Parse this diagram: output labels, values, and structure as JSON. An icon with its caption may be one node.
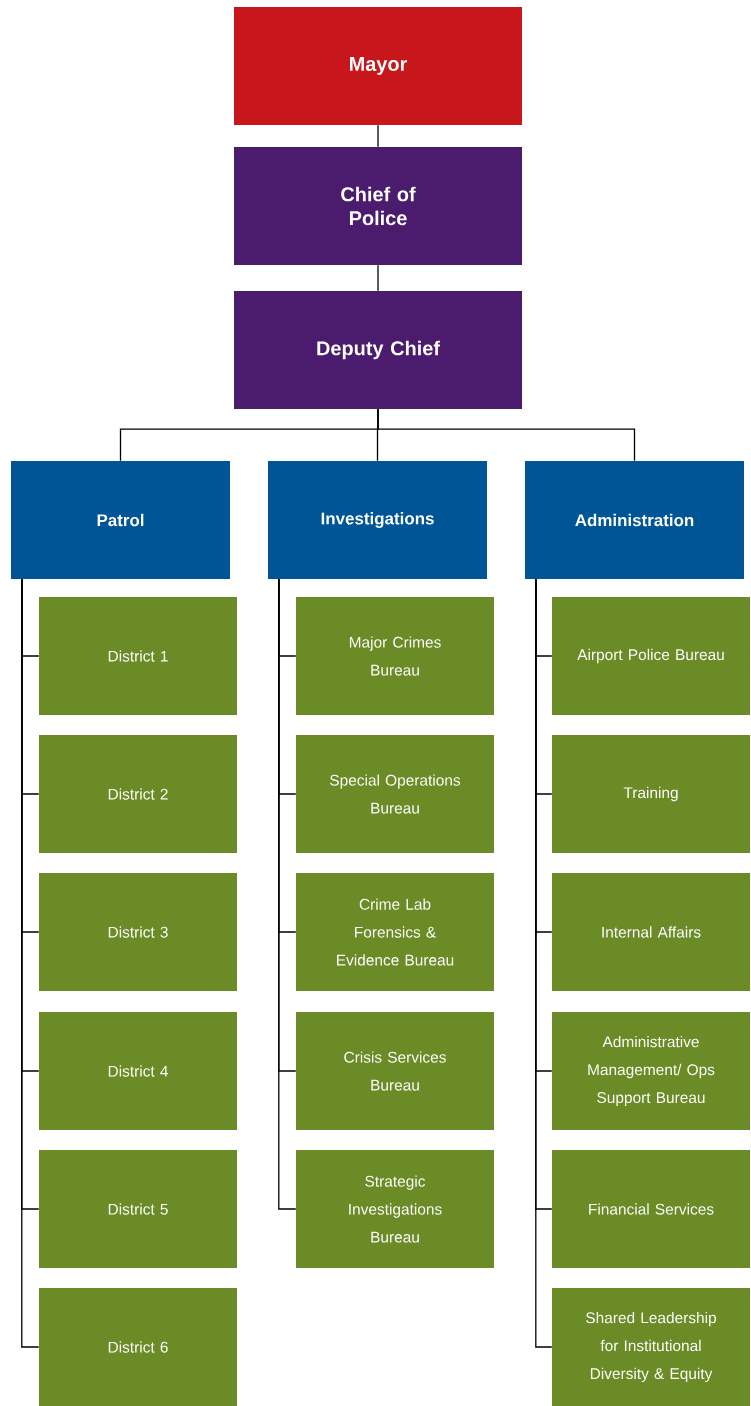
{
  "diagram": {
    "nodes": [
      {
        "text": [
          "Mayor"
        ]
      },
      {
        "text": [
          "Chief of Police"
        ]
      },
      {
        "text": [
          "Deputy Chief"
        ]
      },
      {
        "text": [
          "Patrol"
        ]
      },
      {
        "text": [
          "Investigations"
        ]
      },
      {
        "text": [
          "Administration"
        ]
      },
      {
        "text": [
          "District 1"
        ]
      },
      {
        "text": [
          "District 2"
        ]
      },
      {
        "text": [
          "District 3"
        ]
      },
      {
        "text": [
          "District 4"
        ]
      },
      {
        "text": [
          "District 5"
        ]
      },
      {
        "text": [
          "District 6"
        ]
      },
      {
        "text": [
          "Major Crimes Bureau"
        ]
      },
      {
        "text": [
          "Special Operations Bureau"
        ]
      },
      {
        "text": [
          "Crime Lab Forensics & Evidence Bureau"
        ]
      },
      {
        "text": [
          "Crisis Services Bureau"
        ]
      },
      {
        "text": [
          "Strategic Investigations Bureau"
        ]
      },
      {
        "text": [
          "Airport Police Bureau"
        ]
      },
      {
        "text": [
          "Training"
        ]
      },
      {
        "text": [
          "Internal Affairs"
        ]
      },
      {
        "text": [
          "Administrative Management/ Ops Support Bureau"
        ]
      },
      {
        "text": [
          "Financial Services"
        ]
      },
      {
        "text": [
          "Shared Leadership for Institutional Diversity & Equity"
        ]
      }
    ],
    "edges": [
      {
        "from": 0,
        "to": 1,
        "arrow": "none"
      },
      {
        "from": 1,
        "to": 2,
        "arrow": "none"
      },
      {
        "from": 2,
        "to": 3,
        "arrow": "none"
      },
      {
        "from": 2,
        "to": 4,
        "arrow": "none"
      },
      {
        "from": 2,
        "to": 5,
        "arrow": "none"
      },
      {
        "from": 3,
        "to": 6,
        "arrow": "none"
      },
      {
        "from": 3,
        "to": 7,
        "arrow": "none"
      },
      {
        "from": 3,
        "to": 8,
        "arrow": "none"
      },
      {
        "from": 3,
        "to": 9,
        "arrow": "none"
      },
      {
        "from": 3,
        "to": 10,
        "arrow": "none"
      },
      {
        "from": 3,
        "to": 11,
        "arrow": "none"
      },
      {
        "from": 4,
        "to": 12,
        "arrow": "none"
      },
      {
        "from": 4,
        "to": 13,
        "arrow": "none"
      },
      {
        "from": 4,
        "to": 14,
        "arrow": "none"
      },
      {
        "from": 4,
        "to": 15,
        "arrow": "none"
      },
      {
        "from": 4,
        "to": 16,
        "arrow": "none"
      },
      {
        "from": 5,
        "to": 17,
        "arrow": "none"
      },
      {
        "from": 5,
        "to": 18,
        "arrow": "none"
      },
      {
        "from": 5,
        "to": 19,
        "arrow": "none"
      },
      {
        "from": 5,
        "to": 20,
        "arrow": "none"
      },
      {
        "from": 5,
        "to": 21,
        "arrow": "none"
      },
      {
        "from": 5,
        "to": 22,
        "arrow": "none"
      }
    ]
  }
}
